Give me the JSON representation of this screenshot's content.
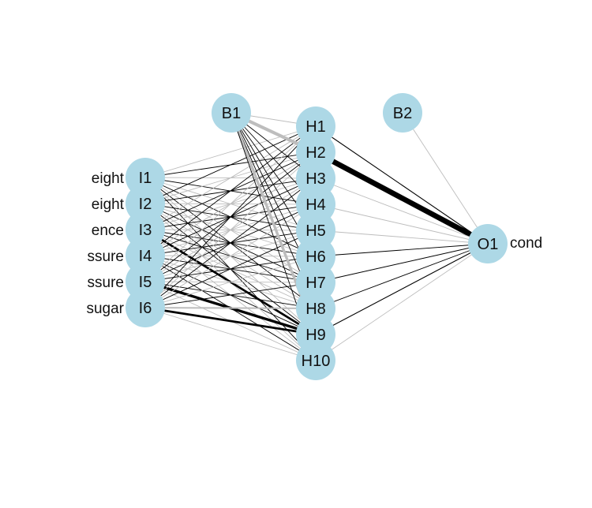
{
  "colors": {
    "node_fill": "#add8e6",
    "positive_weight": "#000000",
    "negative_weight": "#bdbdbd",
    "text": "#111111",
    "background": "#ffffff"
  },
  "input_labels": [
    "eight",
    "eight",
    "ence",
    "ssure",
    "ssure",
    "sugar"
  ],
  "output_label": "cond",
  "nodes": {
    "inputs": [
      "I1",
      "I2",
      "I3",
      "I4",
      "I5",
      "I6"
    ],
    "hidden": [
      "H1",
      "H2",
      "H3",
      "H4",
      "H5",
      "H6",
      "H7",
      "H8",
      "H9",
      "H10"
    ],
    "output": [
      "O1"
    ],
    "bias": [
      "B1",
      "B2"
    ]
  },
  "weights": {
    "input_hidden": [
      [
        -0.6,
        0.5,
        -0.4,
        0.6,
        -0.5,
        0.4,
        -0.3,
        0.5,
        -0.6,
        0.3
      ],
      [
        0.5,
        -0.4,
        0.6,
        -0.5,
        0.4,
        -0.6,
        0.5,
        -0.3,
        0.6,
        -0.4
      ],
      [
        -0.4,
        0.6,
        -0.3,
        0.5,
        -0.6,
        0.3,
        0.4,
        -0.5,
        2.0,
        -0.3
      ],
      [
        0.6,
        -0.5,
        0.4,
        -0.3,
        0.5,
        -0.4,
        0.6,
        -0.6,
        0.3,
        0.5
      ],
      [
        -0.5,
        0.4,
        -0.6,
        0.3,
        -0.4,
        0.6,
        -0.5,
        0.4,
        2.5,
        -0.6
      ],
      [
        0.4,
        -0.3,
        0.5,
        -0.6,
        0.3,
        -0.5,
        0.4,
        -1.5,
        2.0,
        -0.4
      ]
    ],
    "bias_hidden": [
      -0.5,
      -3.0,
      0.6,
      0.4,
      0.5,
      0.4,
      0.5,
      0.6,
      -2.5,
      0.4
    ],
    "hidden_output": [
      0.8,
      5.0,
      -0.5,
      -0.6,
      -0.5,
      0.6,
      0.7,
      0.6,
      0.8,
      -0.6
    ],
    "bias_output": -0.5
  }
}
